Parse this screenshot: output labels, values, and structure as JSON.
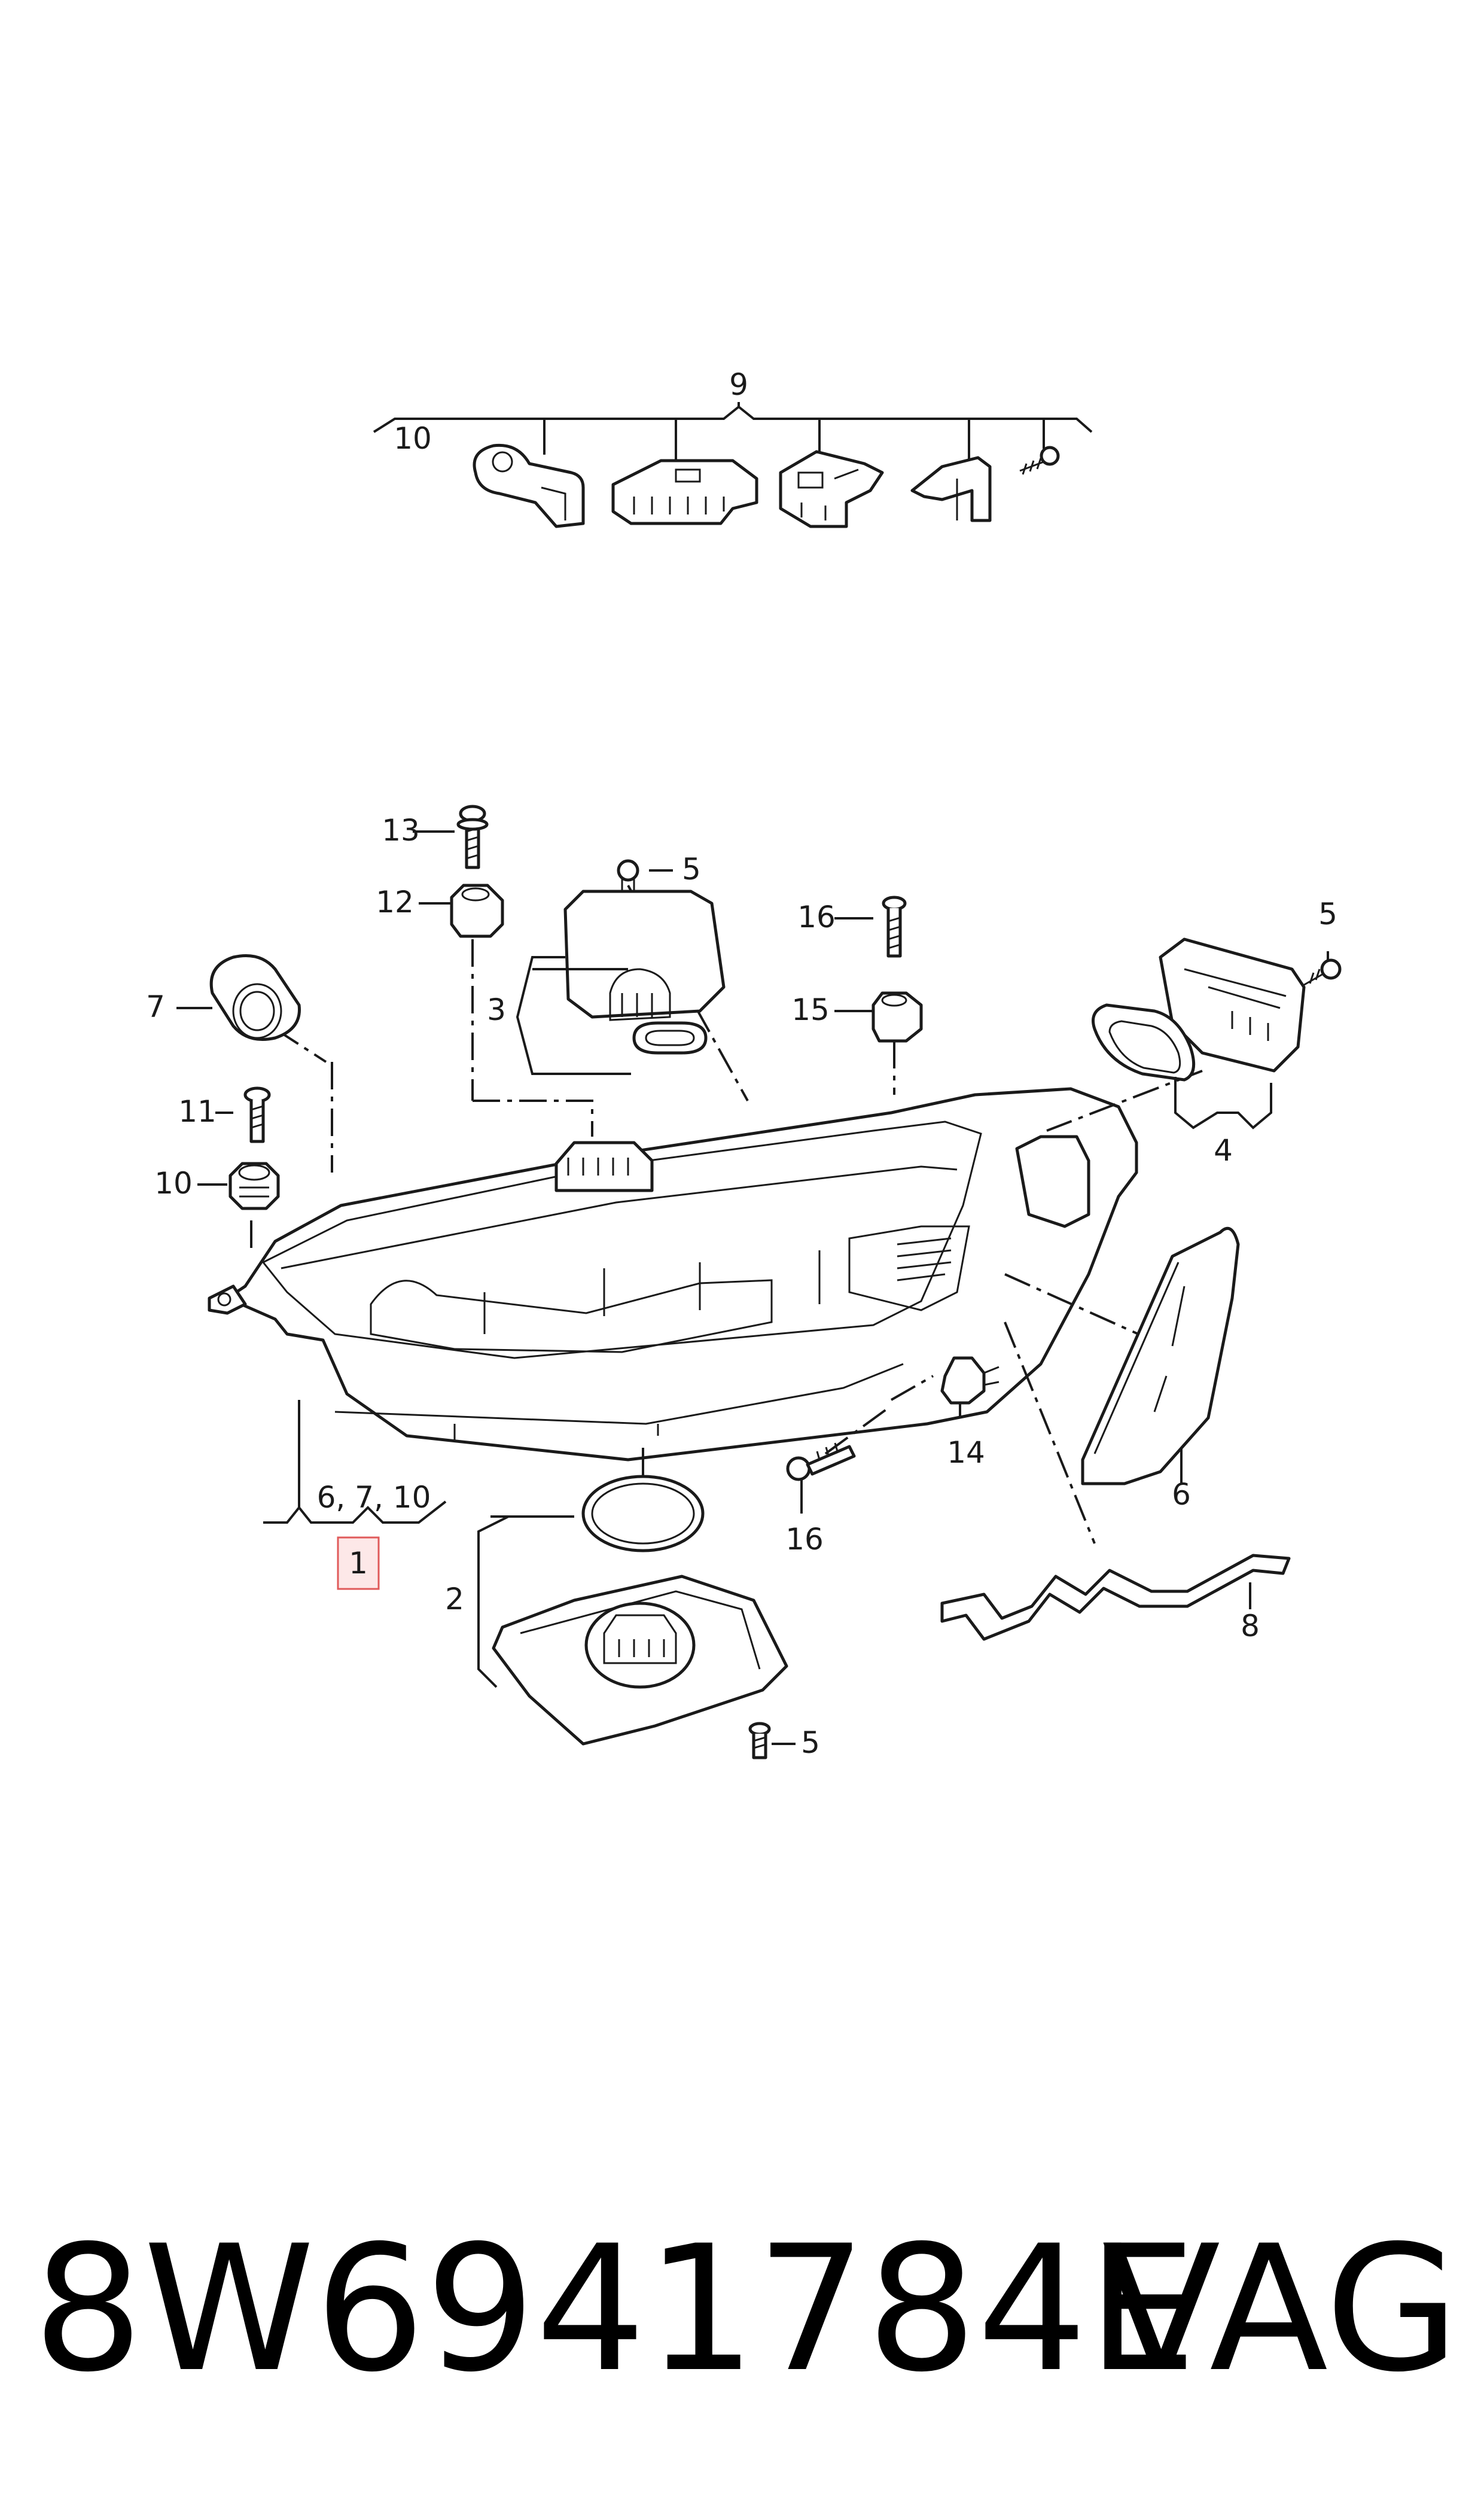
{
  "callouts": {
    "c9": "9",
    "c10_top": "10",
    "c13": "13",
    "c5_a": "5",
    "c12": "12",
    "c16_a": "16",
    "c5_b": "5",
    "c7": "7",
    "c3": "3",
    "c15": "15",
    "c11": "11",
    "c4": "4",
    "c10_mid": "10",
    "c6_7_10": "6, 7, 10",
    "c1": "1",
    "c14": "14",
    "c6": "6",
    "c16_b": "16",
    "c2": "2",
    "c8": "8",
    "c5_c": "5"
  },
  "footer": {
    "part_number": "8W6941784E",
    "brand": "VAG"
  },
  "colors": {
    "line": "#1a1a1a",
    "highlight_border": "#e05a5a",
    "highlight_fill": "#fde8e8"
  }
}
